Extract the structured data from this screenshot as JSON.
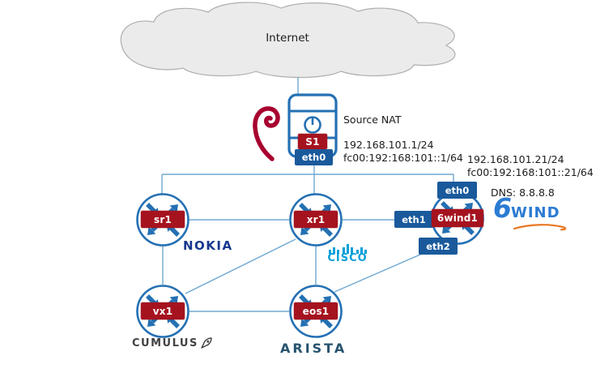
{
  "internet": {
    "label": "Internet"
  },
  "server": {
    "name": "S1",
    "interface": "eth0",
    "nat_label": "Source NAT",
    "ipv4": "192.168.101.1/24",
    "ipv6": "fc00:192:168:101::1/64"
  },
  "wan": {
    "ipv4": "192.168.101.21/24",
    "ipv6": "fc00:192:168:101::21/64",
    "dns": "DNS: 8.8.8.8",
    "interfaces": {
      "eth0": "eth0",
      "eth1": "eth1",
      "eth2": "eth2"
    }
  },
  "routers": {
    "sr1": {
      "name": "sr1",
      "vendor": "NOKIA"
    },
    "xr1": {
      "name": "xr1",
      "vendor": "CISCO"
    },
    "vx1": {
      "name": "vx1",
      "vendor": "CUMULUS"
    },
    "eos1": {
      "name": "eos1",
      "vendor": "ARISTA"
    },
    "sixwind1": {
      "name": "6wind1",
      "vendor": "6WIND"
    }
  },
  "logos": {
    "nokia": "NOKIA",
    "cisco": "CISCO",
    "cumulus": "CUMULUS",
    "arista": "ARISTA",
    "sixwind_6": "6",
    "sixwind_wind": "WIND"
  },
  "links": [
    "internet-s1",
    "s1:eth0-lan",
    "lan-sr1",
    "lan-xr1",
    "lan-6wind1:eth0",
    "sr1-xr1",
    "xr1-6wind1:eth1",
    "sr1-vx1",
    "xr1-vx1",
    "xr1-eos1",
    "vx1-eos1",
    "eos1-6wind1:eth2"
  ],
  "colors": {
    "line": "#6fa8d2",
    "node_stroke": "#2470b3",
    "name_box": "#a5131f",
    "iface_box": "#1a5a9c",
    "debian_red": "#a80030",
    "cisco_blue": "#049fd9",
    "nokia_blue": "#17378f",
    "arista_blue": "#27536f",
    "cumulus_gray": "#424242",
    "sixwind_blue": "#2b7bd3",
    "sixwind_orange": "#e87722",
    "cloud_fill": "#ebebeb",
    "cloud_stroke": "#aeaeae"
  }
}
